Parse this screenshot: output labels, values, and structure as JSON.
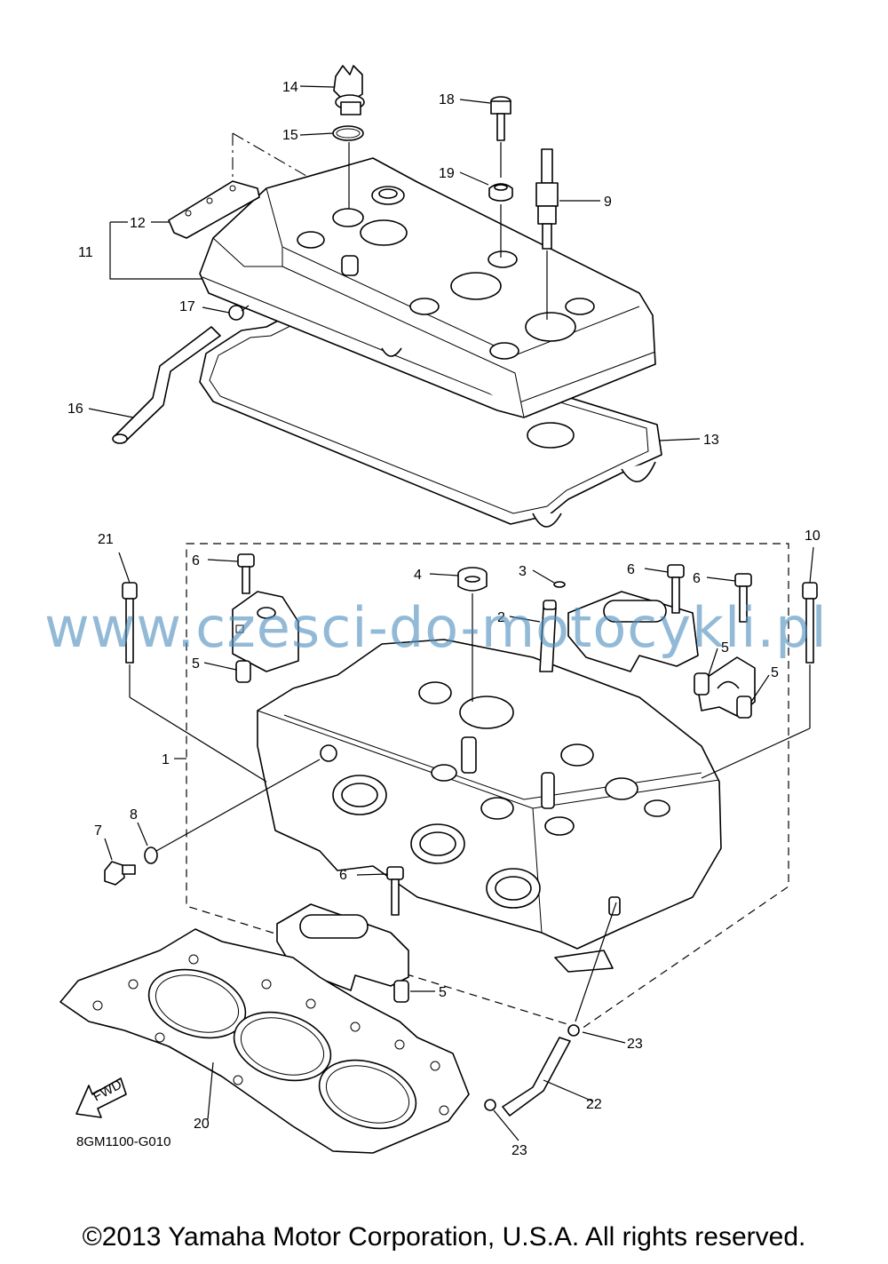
{
  "labels": {
    "l1": "1",
    "l2": "2",
    "l3": "3",
    "l4": "4",
    "l5a": "5",
    "l5b": "5",
    "l5c": "5",
    "l5d": "5",
    "l6a": "6",
    "l6b": "6",
    "l6c": "6",
    "l6d": "6",
    "l7": "7",
    "l8": "8",
    "l9": "9",
    "l10": "10",
    "l11": "11",
    "l12": "12",
    "l13": "13",
    "l14": "14",
    "l15": "15",
    "l16": "16",
    "l17": "17",
    "l18": "18",
    "l19": "19",
    "l20": "20",
    "l21": "21",
    "l22": "22",
    "l23a": "23",
    "l23b": "23"
  },
  "fwd_arrow_text": "FWD",
  "diagram_code": "8GM1100-G010",
  "watermark": "www.czesci-do-motocykli.pl",
  "copyright": "©2013 Yamaha Motor Corporation, U.S.A. All rights reserved."
}
